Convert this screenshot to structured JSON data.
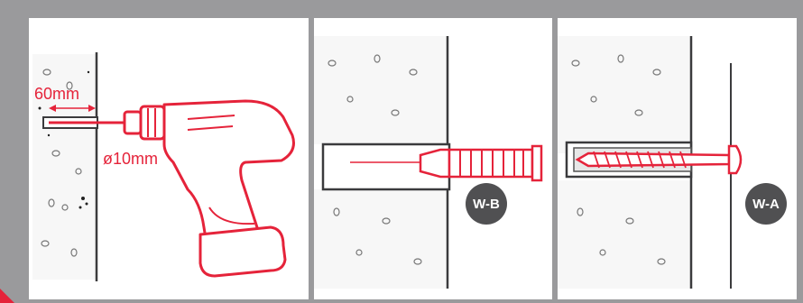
{
  "panels": [
    {
      "id": "drill",
      "labels": {
        "depth": "60mm",
        "diameter": "ø10mm"
      }
    },
    {
      "id": "insert",
      "badge": "W-B"
    },
    {
      "id": "screw",
      "badge": "W-A"
    }
  ],
  "colors": {
    "accent": "#e5233a",
    "frame": "#9a9a9c",
    "badge": "#505052",
    "stroke": "#3b3b3d"
  }
}
